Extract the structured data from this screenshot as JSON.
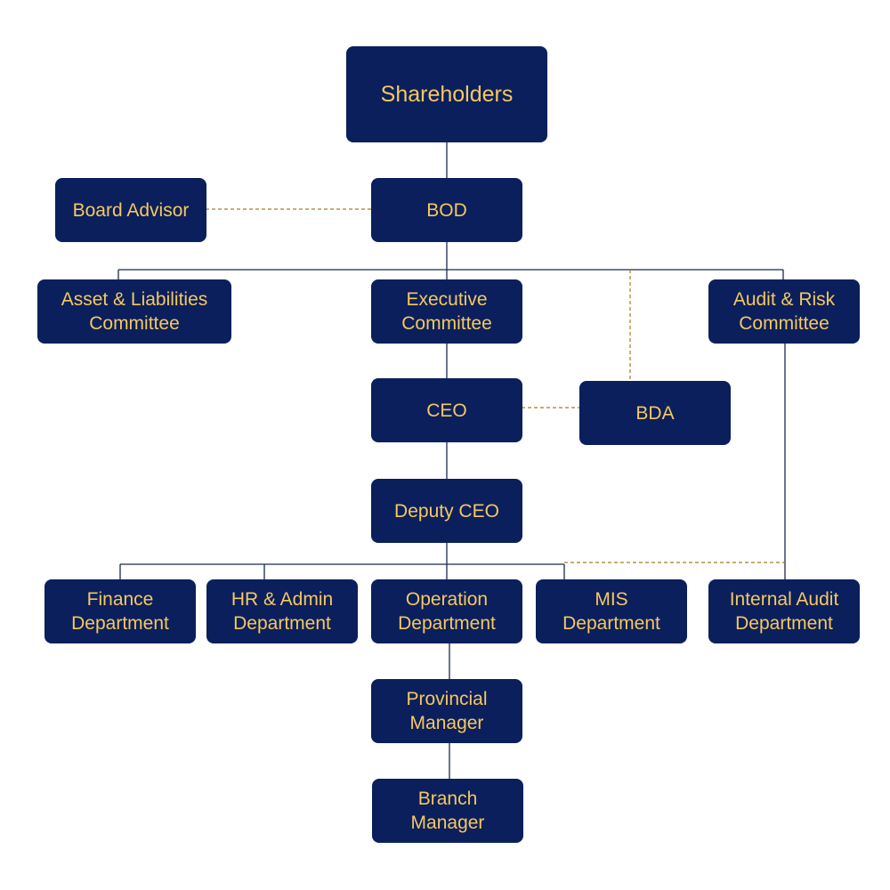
{
  "colors": {
    "node_bg": "#0b1f5c",
    "node_text": "#f5c860",
    "line": "#1a2a4a",
    "dashed_line": "#a67c1e"
  },
  "nodes": {
    "shareholders": "Shareholders",
    "board_advisor": "Board Advisor",
    "bod": "BOD",
    "alco": "Asset & Liabilities\nCommittee",
    "exec_committee": "Executive\nCommittee",
    "audit_risk": "Audit & Risk\nCommittee",
    "ceo": "CEO",
    "bda": "BDA",
    "deputy_ceo": "Deputy CEO",
    "finance": "Finance\nDepartment",
    "hr_admin": "HR & Admin\nDepartment",
    "operation": "Operation\nDepartment",
    "mis": "MIS\nDepartment",
    "internal_audit": "Internal Audit\nDepartment",
    "provincial_manager": "Provincial\nManager",
    "branch_manager": "Branch\nManager"
  }
}
